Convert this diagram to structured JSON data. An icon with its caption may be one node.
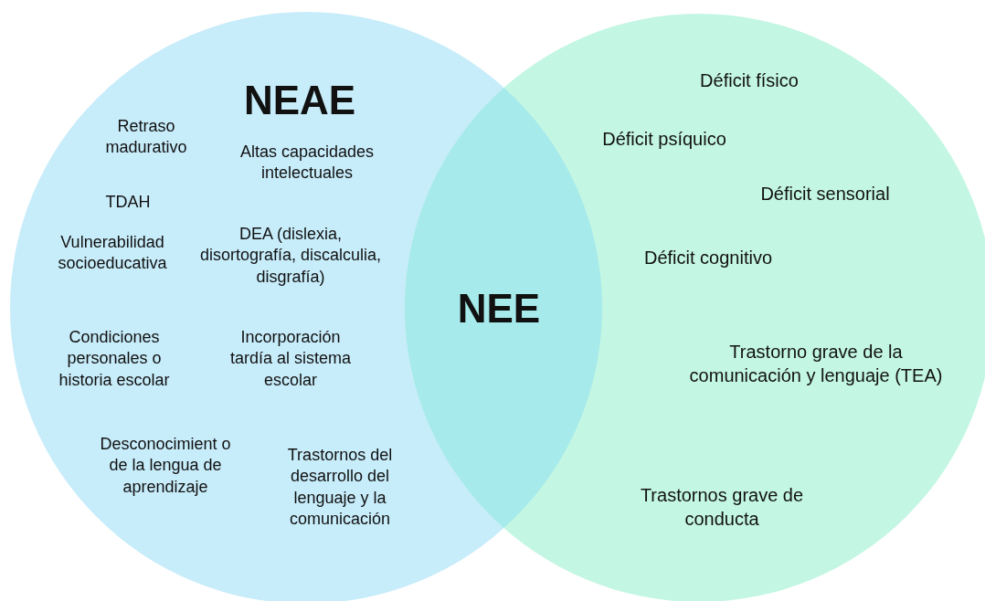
{
  "diagram": {
    "nodes": [
      {
        "text": [
          "NEAE"
        ]
      },
      {
        "text": [],
        "shape": "circle"
      }
    ],
    "edges": [],
    "labels": [
      "Retraso madurativo",
      "Altas capacidades intelectuales",
      "TDAH",
      "Vulnerabilidad socioeducativa",
      "DEA (dislexia, disortografía, discalculia, disgrafía)",
      "Condiciones personales o historia escolar",
      "Incorporación tardía al sistema escolar",
      "Desconocimient o de la lengua de aprendizaje",
      "Trastornos del desarrollo del lenguaje y la comunicación",
      "NEE",
      "Déficit físico",
      "Déficit psíquico",
      "Déficit sensorial",
      "Déficit cognitivo",
      "Trastorno grave de la comunicación y lenguaje (TEA)",
      "Trastornos grave de conducta"
    ]
  }
}
